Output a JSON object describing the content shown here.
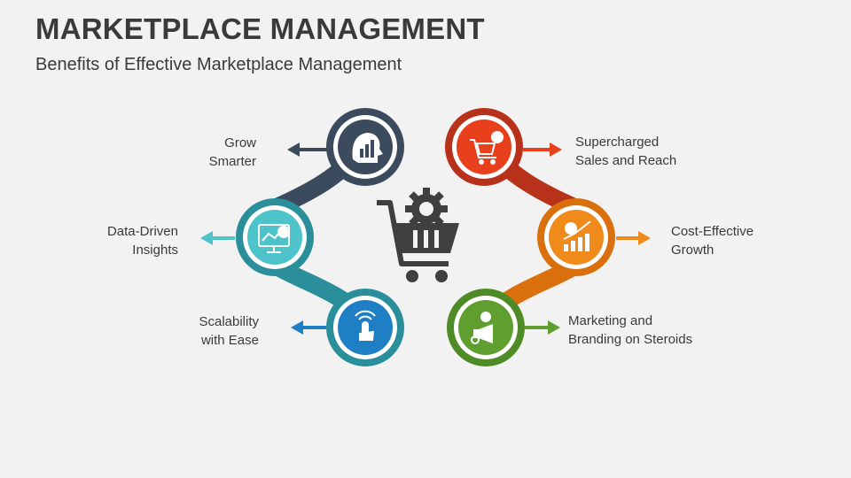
{
  "title": "MARKETPLACE MANAGEMENT",
  "subtitle": "Benefits of Effective Marketplace Management",
  "colors": {
    "navy": "#3b4a5d",
    "teal_light": "#4ec3c9",
    "teal": "#2a8f9a",
    "blue": "#1f7fc4",
    "red": "#e8401c",
    "dark_red": "#b8321b",
    "orange": "#f08a1a",
    "dark_orange": "#d9700d",
    "green": "#5f9f2f",
    "center_icon": "#3f3f3f"
  },
  "center_icon": "shopping-cart-gear-icon",
  "benefits": [
    {
      "line1": "Grow",
      "line2": "Smarter",
      "icon": "brain-chart-icon"
    },
    {
      "line1": "Data-Driven",
      "line2": "Insights",
      "icon": "analytics-monitor-icon"
    },
    {
      "line1": "Scalability",
      "line2": "with Ease",
      "icon": "touch-signal-icon"
    },
    {
      "line1": "Supercharged",
      "line2": "Sales and Reach",
      "icon": "cart-megaphone-icon"
    },
    {
      "line1": "Cost-Effective",
      "line2": "Growth",
      "icon": "growth-chart-icon"
    },
    {
      "line1": "Marketing and",
      "line2": "Branding on Steroids",
      "icon": "megaphone-award-icon"
    }
  ]
}
